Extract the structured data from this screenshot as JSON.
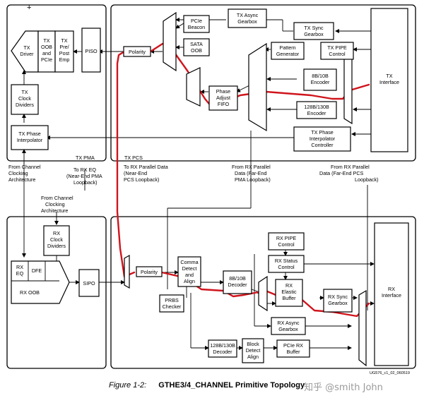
{
  "caption": {
    "number": "Figure 1-2:",
    "title": "GTHE3/4_CHANNEL Primitive Topology"
  },
  "watermark": "知乎 @smith John",
  "ref_code": "UG576_c1_02_060519",
  "plus_mark": "+",
  "section_labels": {
    "tx_pma": "TX PMA",
    "tx_pcs": "TX PCS"
  },
  "blocks": {
    "tx_driver": [
      "TX",
      "Driver"
    ],
    "tx_oob": [
      "TX",
      "OOB",
      "and",
      "PCIe"
    ],
    "tx_pre_post": [
      "TX",
      "Pre/",
      "Post",
      "Emp"
    ],
    "piso": "PISO",
    "tx_clock_dividers": [
      "TX",
      "Clock",
      "Dividers"
    ],
    "tx_phase_interp": [
      "TX Phase",
      "Interpolator"
    ],
    "tx_polarity": "Polarity",
    "pcie_beacon": [
      "PCIe",
      "Beacon"
    ],
    "sata_oob": [
      "SATA",
      "OOB"
    ],
    "tx_async_gearbox": [
      "TX Async",
      "Gearbox"
    ],
    "tx_sync_gearbox": [
      "TX Sync",
      "Gearbox"
    ],
    "pattern_generator": [
      "Pattern",
      "Generator"
    ],
    "tx_pipe_control": [
      "TX PIPE",
      "Control"
    ],
    "phase_adjust_fifo": [
      "Phase",
      "Adjust",
      "FIFO"
    ],
    "tx_8b10b": [
      "8B/10B",
      "Encoder"
    ],
    "tx_128b130b": [
      "128B/130B",
      "Encoder"
    ],
    "tx_interface": [
      "TX",
      "Interface"
    ],
    "tx_phase_interp_ctrl": [
      "TX Phase",
      "Interpolator",
      "Controller"
    ],
    "rx_clock_dividers": [
      "RX",
      "Clock",
      "Dividers"
    ],
    "rx_eq": [
      "RX",
      "EQ"
    ],
    "dfe": "DFE",
    "rx_oob": "RX OOB",
    "sipo": "SIPO",
    "rx_polarity": "Polarity",
    "comma": [
      "Comma",
      "Detect",
      "and",
      "Align"
    ],
    "prbs_checker": [
      "PRBS",
      "Checker"
    ],
    "rx_8b10b": [
      "8B/10B",
      "Decoder"
    ],
    "rx_pipe_control": [
      "RX PIPE",
      "Control"
    ],
    "rx_status_control": [
      "RX Status",
      "Control"
    ],
    "rx_elastic_buffer": [
      "RX",
      "Elastic",
      "Buffer"
    ],
    "rx_sync_gearbox": [
      "RX Sync",
      "Gearbox"
    ],
    "rx_async_gearbox": [
      "RX Async",
      "Gearbox"
    ],
    "rx_128b130b": [
      "128B/130B",
      "Decoder"
    ],
    "block_detect": [
      "Block",
      "Detect",
      "Align"
    ],
    "pcie_rx_buffer": [
      "PCIe RX",
      "Buffer"
    ],
    "rx_interface": [
      "RX",
      "Interface"
    ]
  },
  "annotations": {
    "from_channel_clocking_tx": [
      "From Channel",
      "Clocking",
      "Architecture"
    ],
    "to_rx_eq": [
      "To RX EQ",
      "(Near-End PMA",
      "Loopback)"
    ],
    "to_rx_parallel": [
      "To RX Parallel Data",
      "(Near-End",
      "PCS Loopback)"
    ],
    "from_rx_parallel_pma": [
      "From RX Parallel",
      "Data (Far-End",
      "PMA Loopback)"
    ],
    "from_rx_parallel_pcs": [
      "From RX Parallel",
      "Data (Far-End PCS",
      "Loopback)"
    ],
    "from_channel_clocking_rx": [
      "From Channel",
      "Clocking",
      "Architecture"
    ]
  }
}
